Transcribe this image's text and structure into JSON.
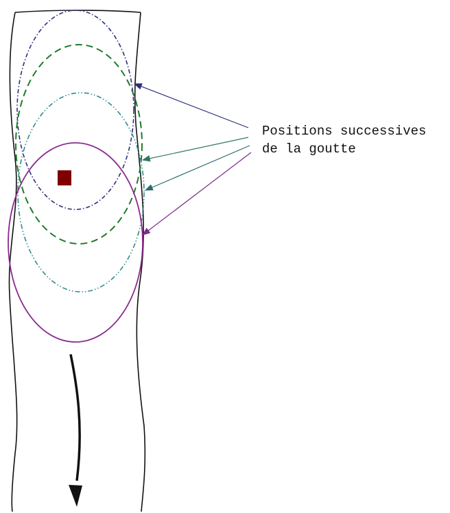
{
  "annotation": {
    "line1": "Positions successives",
    "line2": "de la goutte"
  },
  "colors": {
    "channel_wall": "#111111",
    "flow_arrow": "#111111",
    "drop_position_1": "#2b2f7a",
    "drop_position_2": "#1f7a2a",
    "drop_position_3": "#2e8b8b",
    "drop_position_4": "#8b2a8f",
    "marker": "#800000"
  },
  "icons": {
    "flow_direction": "down-arrow-icon",
    "fixed_point": "square-marker"
  }
}
